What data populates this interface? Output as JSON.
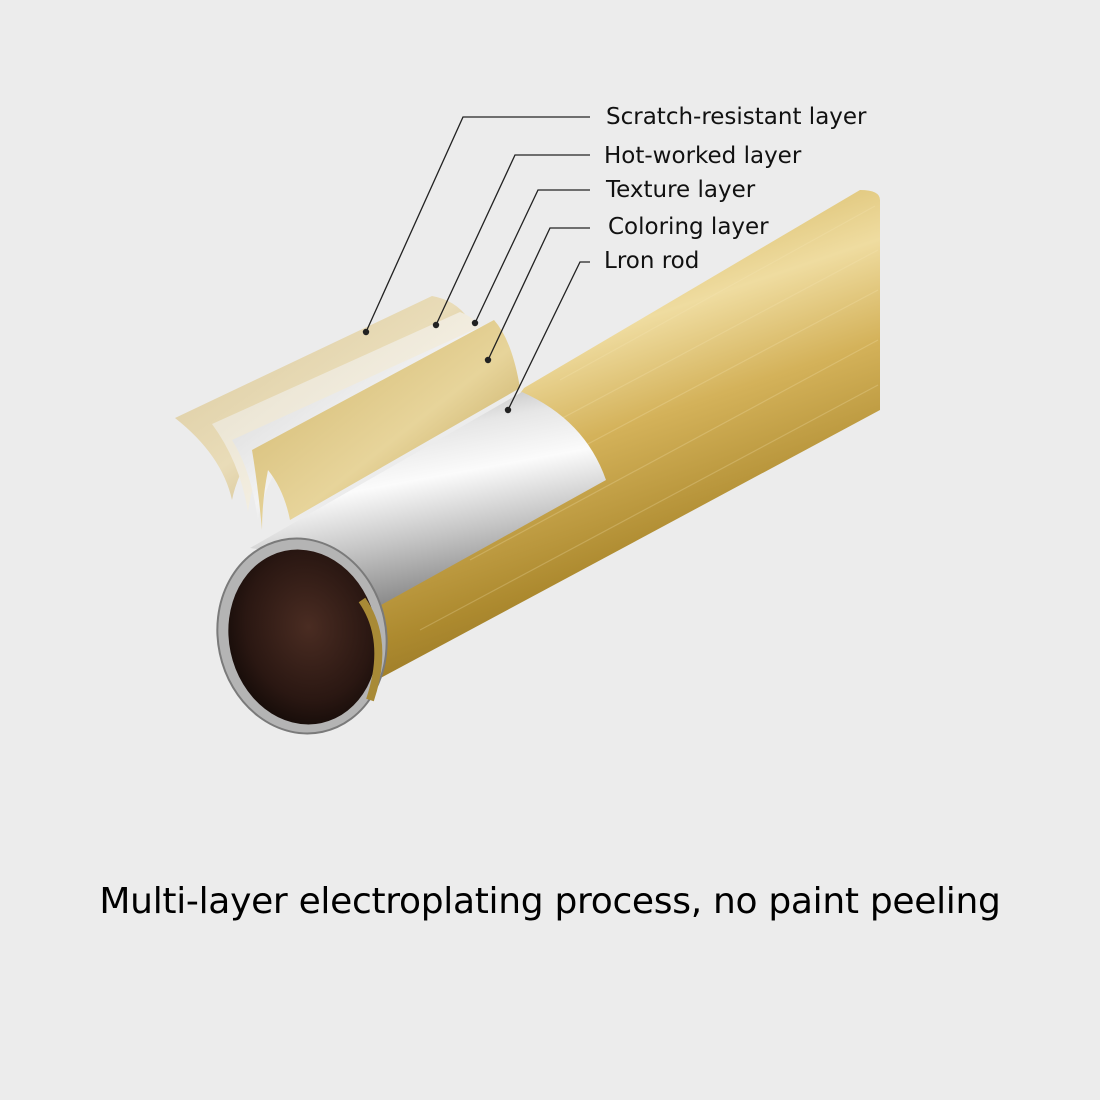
{
  "labels": {
    "scratch_resistant": "Scratch-resistant layer",
    "hot_worked": "Hot-worked layer",
    "texture": "Texture layer",
    "coloring": "Coloring layer",
    "iron_rod": "Lron rod"
  },
  "caption": "Multi-layer electroplating process, no paint peeling",
  "colors": {
    "background": "#ececec",
    "gold": "#c9a64a",
    "gold_dark": "#9c7c2a",
    "silver": "#d6d6d6",
    "leader_line": "#222222",
    "text": "#111111"
  }
}
